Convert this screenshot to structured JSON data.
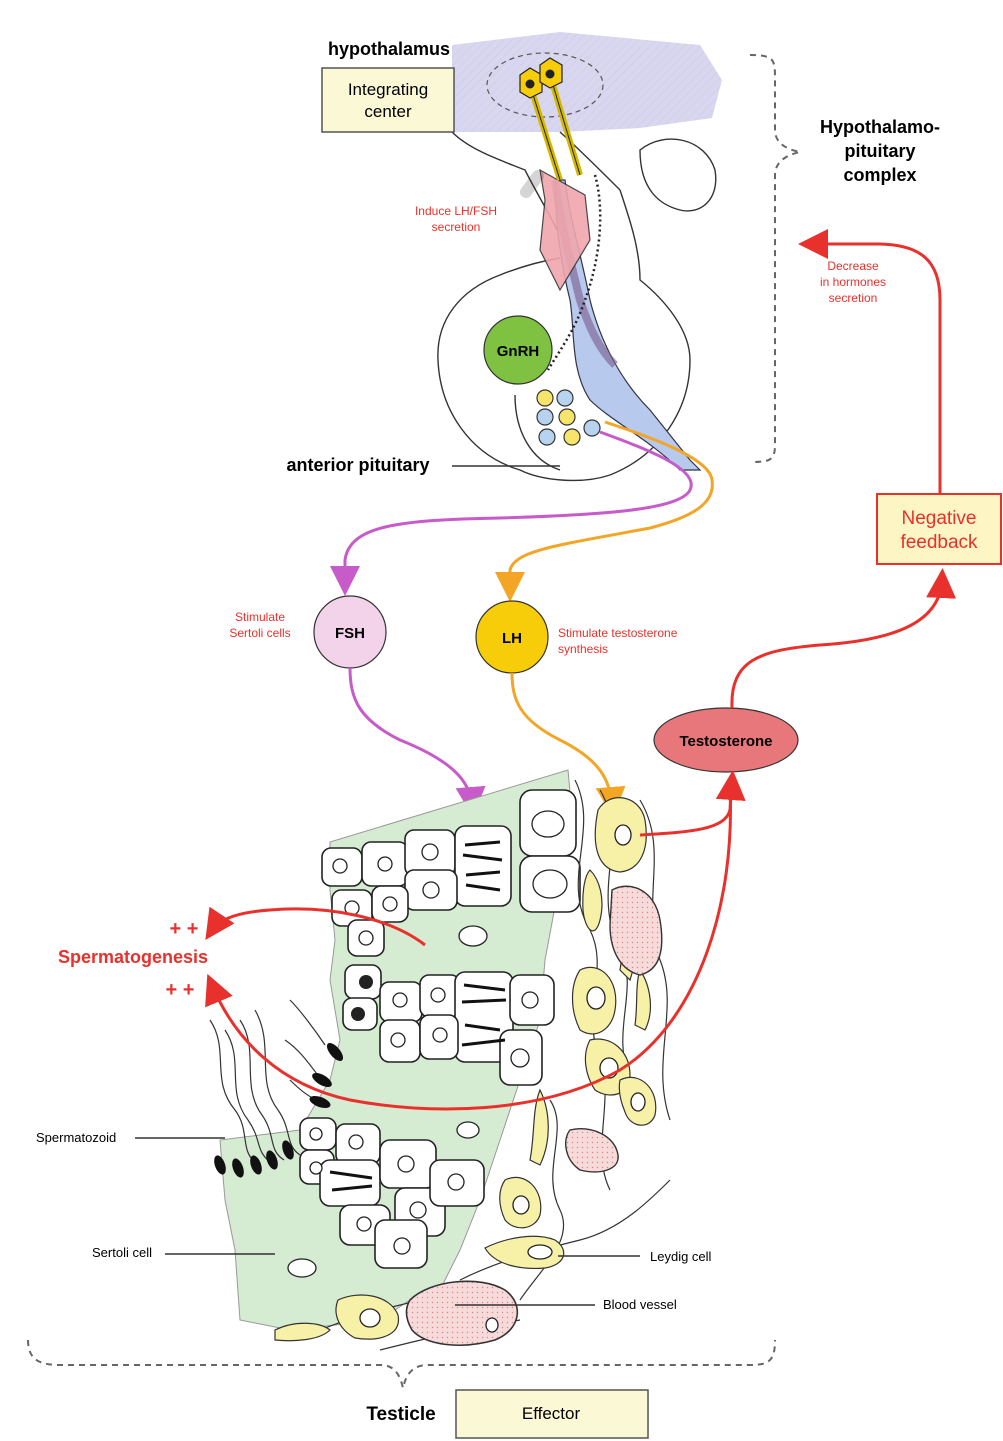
{
  "labels": {
    "hypothalamus": "hypothalamus",
    "integrating_center": [
      "Integrating",
      "center"
    ],
    "complex": [
      "Hypothalamo-",
      "pituitary",
      "complex"
    ],
    "induce": [
      "Induce LH/FSH",
      "secretion"
    ],
    "gnrh": "GnRH",
    "decrease": [
      "Decrease",
      "in hormones",
      "secretion"
    ],
    "anterior_pituitary": "anterior pituitary",
    "negative_feedback": [
      "Negative",
      "feedback"
    ],
    "stimulate_sertoli": [
      "Stimulate",
      "Sertoli cells"
    ],
    "fsh": "FSH",
    "lh": "LH",
    "stimulate_testosterone": [
      "Stimulate testosterone",
      "synthesis"
    ],
    "testosterone": "Testosterone",
    "spermatogenesis": "Spermatogenesis",
    "plus_top": "+ +",
    "plus_bottom": "+ +",
    "spermatozoid": "Spermatozoid",
    "sertoli_cell": "Sertoli cell",
    "leydig_cell": "Leydig cell",
    "blood_vessel": "Blood vessel",
    "testicle": "Testicle",
    "effector": "Effector"
  },
  "colors": {
    "feedback_red": "#e8312c",
    "fsh_path": "#c65bc9",
    "lh_path": "#f3a526",
    "hypothalamus_fill": "#d9d7ef",
    "tubule_green": "#d5ecd2",
    "leydig_yellow": "#f7f1a8",
    "vessel_pink": "#f7dada",
    "gnrh_green": "#7fc241",
    "fsh_pink": "#f2d3ea",
    "lh_yellow": "#f7cd0a",
    "testosterone_red": "#e7777a"
  }
}
